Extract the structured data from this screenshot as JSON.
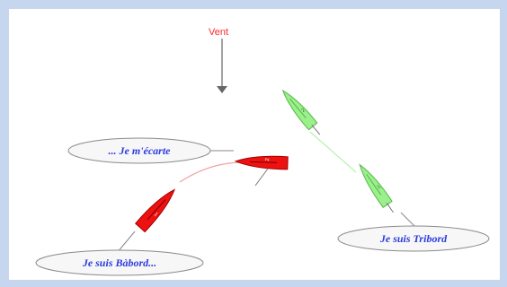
{
  "wind": {
    "label": "Vent"
  },
  "bubbles": {
    "port": "Je suis Bàbord...",
    "starboard": "Je suis Tribord",
    "deviate": "... Je m'écarte"
  },
  "boat_numbers": {
    "green_top": "2",
    "green_bottom": "1",
    "red_right": "2",
    "red_left": "1"
  },
  "colors": {
    "frame": "#c6d6ef",
    "inner": "#ffffff",
    "wind_text": "#ff2a2a",
    "bubble_text": "#2b3adf",
    "green_hull": "#9af08a",
    "green_stroke": "#58b448",
    "red_hull": "#ee1111",
    "red_stroke": "#a30000"
  }
}
